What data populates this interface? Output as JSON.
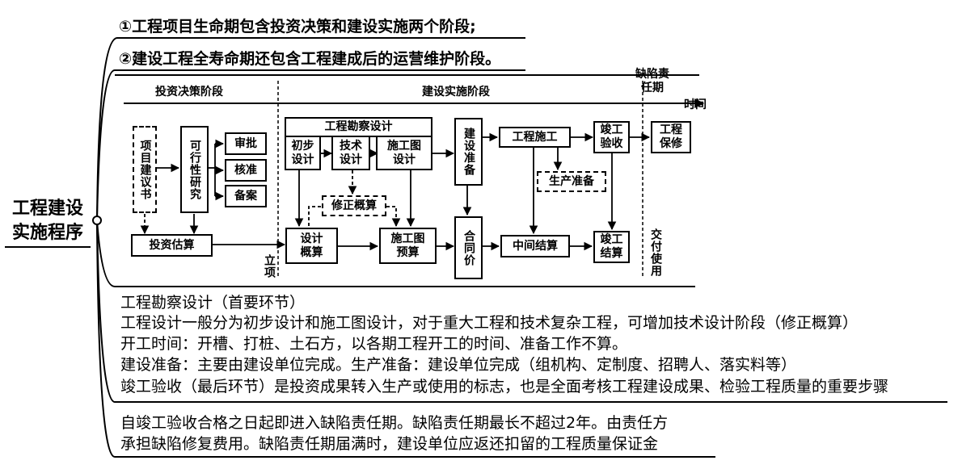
{
  "root": {
    "line1": "工程建设",
    "line2": "实施程序"
  },
  "notes": [
    "①工程项目生命期包含投资决策和建设实施两个阶段;",
    "②建设工程全寿命期还包含工程建成后的运营维护阶段。"
  ],
  "flow": {
    "stages": {
      "decision": "投资决策阶段",
      "implementation": "建设实施阶段",
      "defect": "缺陷责任期",
      "time": "时间"
    },
    "boxes": {
      "proposal": "项目建议书",
      "feasibility": "可行性研究",
      "approve": "审批",
      "verify": "核准",
      "record": "备案",
      "estimate": "投资估算",
      "survey_design": "工程勘察设计",
      "preliminary": "初步设计",
      "technical": "技术设计",
      "construction_drawing": "施工图设计",
      "revised_estimate": "修正概算",
      "design_estimate": "设计概算",
      "drawing_budget": "施工图预算",
      "prep": "建设准备",
      "contract_price": "合同价",
      "construction": "工程施工",
      "production_prep": "生产准备",
      "interim": "中间结算",
      "acceptance": "竣工验收",
      "final_settlement": "竣工结算",
      "maintenance": "工程保修"
    },
    "labels": {
      "project_approval": "立项",
      "delivery": "交付使用"
    }
  },
  "details": [
    "工程勘察设计（首要环节）",
    "工程设计一般分为初步设计和施工图设计，对于重大工程和技术复杂工程，可增加技术设计阶段（修正概算）",
    "开工时间：开槽、打桩、土石方，以各期工程开工的时间、准备工作不算。",
    "建设准备：主要由建设单位完成。生产准备：建设单位完成（组机构、定制度、招聘人、落实料等）",
    "竣工验收（最后环节）是投资成果转入生产或使用的标志，也是全面考核工程建设成果、检验工程质量的重要步骤"
  ],
  "defect_note": [
    "自竣工验收合格之日起即进入缺陷责任期。缺陷责任期最长不超过2年。由责任方",
    "承担缺陷修复费用。缺陷责任期届满时，建设单位应返还扣留的工程质量保证金"
  ]
}
